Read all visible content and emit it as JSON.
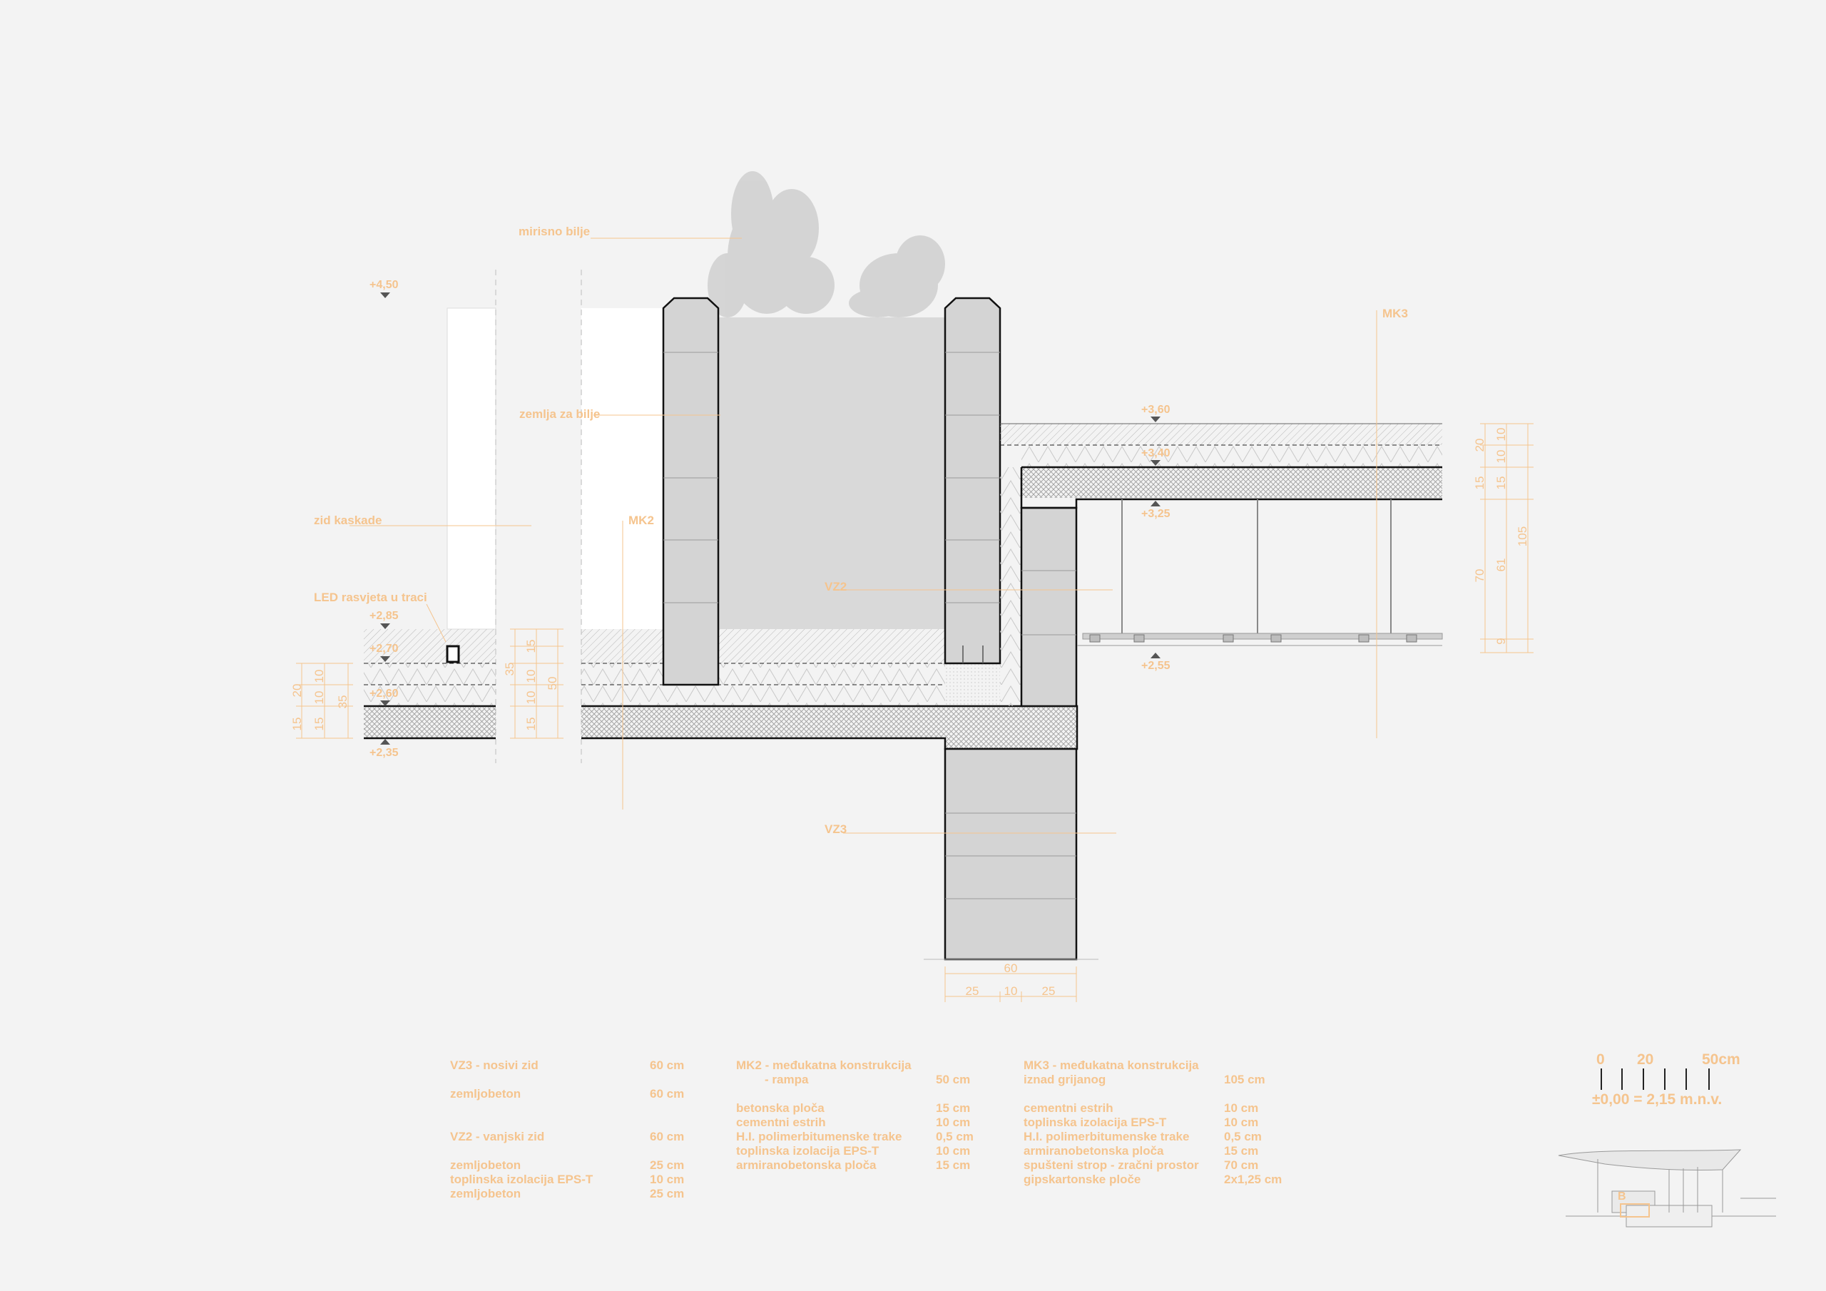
{
  "labels": {
    "mirisno": "mirisno bilje",
    "zemlja": "zemlja za bilje",
    "zid": "zid kaskade",
    "led": "LED rasvjeta u traci",
    "mk2": "MK2",
    "mk3": "MK3",
    "vz2": "VZ2",
    "vz3": "VZ3"
  },
  "levels": {
    "l450": "+4,50",
    "l285": "+2,85",
    "l270": "+2,70",
    "l260": "+2,60",
    "l235": "+2,35",
    "l360": "+3,60",
    "l340": "+3,40",
    "l325": "+3,25",
    "l255": "+2,55"
  },
  "dims": {
    "d60": "60",
    "d25a": "25",
    "d10": "10",
    "d25b": "25",
    "l_20": "20",
    "l_10a": "10",
    "l_10b": "10",
    "l_15a": "15",
    "l_15b": "15",
    "l_35": "35",
    "c_15a": "15",
    "c_10a": "10",
    "c_10b": "10",
    "c_15b": "15",
    "c_35": "35",
    "c_50": "50",
    "r_20": "20",
    "r_15a": "15",
    "r_10a": "10",
    "r_10b": "10",
    "r_15b": "15",
    "r_70": "70",
    "r_61": "61",
    "r_9": "9",
    "r_105": "105"
  },
  "legend": {
    "vz3_title": "VZ3 - nosivi zid",
    "vz3_val": "60 cm",
    "vz3_l1": "zemljobeton",
    "vz3_l1v": "60 cm",
    "vz2_title": "VZ2 - vanjski zid",
    "vz2_val": "60 cm",
    "vz2_l1": "zemljobeton",
    "vz2_l1v": "25 cm",
    "vz2_l2": "toplinska izolacija EPS-T",
    "vz2_l2v": "10 cm",
    "vz2_l3": "zemljobeton",
    "vz2_l3v": "25 cm",
    "mk2_title": "MK2 - međukatna konstrukcija",
    "mk2_sub": "- rampa",
    "mk2_val": "50 cm",
    "mk2_l1": "betonska ploča",
    "mk2_l1v": "15 cm",
    "mk2_l2": "cementni estrih",
    "mk2_l2v": "10 cm",
    "mk2_l3": "H.I. polimerbitumenske trake",
    "mk2_l3v": "0,5 cm",
    "mk2_l4": "toplinska izolacija EPS-T",
    "mk2_l4v": "10 cm",
    "mk2_l5": "armiranobetonska ploča",
    "mk2_l5v": "15 cm",
    "mk3_title": "MK3 - međukatna konstrukcija",
    "mk3_sub": "iznad grijanog",
    "mk3_val": "105 cm",
    "mk3_l1": "cementni estrih",
    "mk3_l1v": "10 cm",
    "mk3_l2": "toplinska izolacija EPS-T",
    "mk3_l2v": "10 cm",
    "mk3_l3": "H.I. polimerbitumenske trake",
    "mk3_l3v": "0,5 cm",
    "mk3_l4": "armiranobetonska ploča",
    "mk3_l4v": "15 cm",
    "mk3_l5": "spušteni strop - zračni prostor",
    "mk3_l5v": "70 cm",
    "mk3_l6": "gipskartonske ploče",
    "mk3_l6v": "2x1,25 cm"
  },
  "scale": {
    "s0": "0",
    "s20": "20",
    "s50": "50cm",
    "ref": "±0,00 = 2,15 m.n.v."
  },
  "keyplan": {
    "mark": "B"
  },
  "colors": {
    "accent": "#f5c48e",
    "wall": "#d4d4d4",
    "soil": "#dcdcdc",
    "line": "#111111"
  }
}
